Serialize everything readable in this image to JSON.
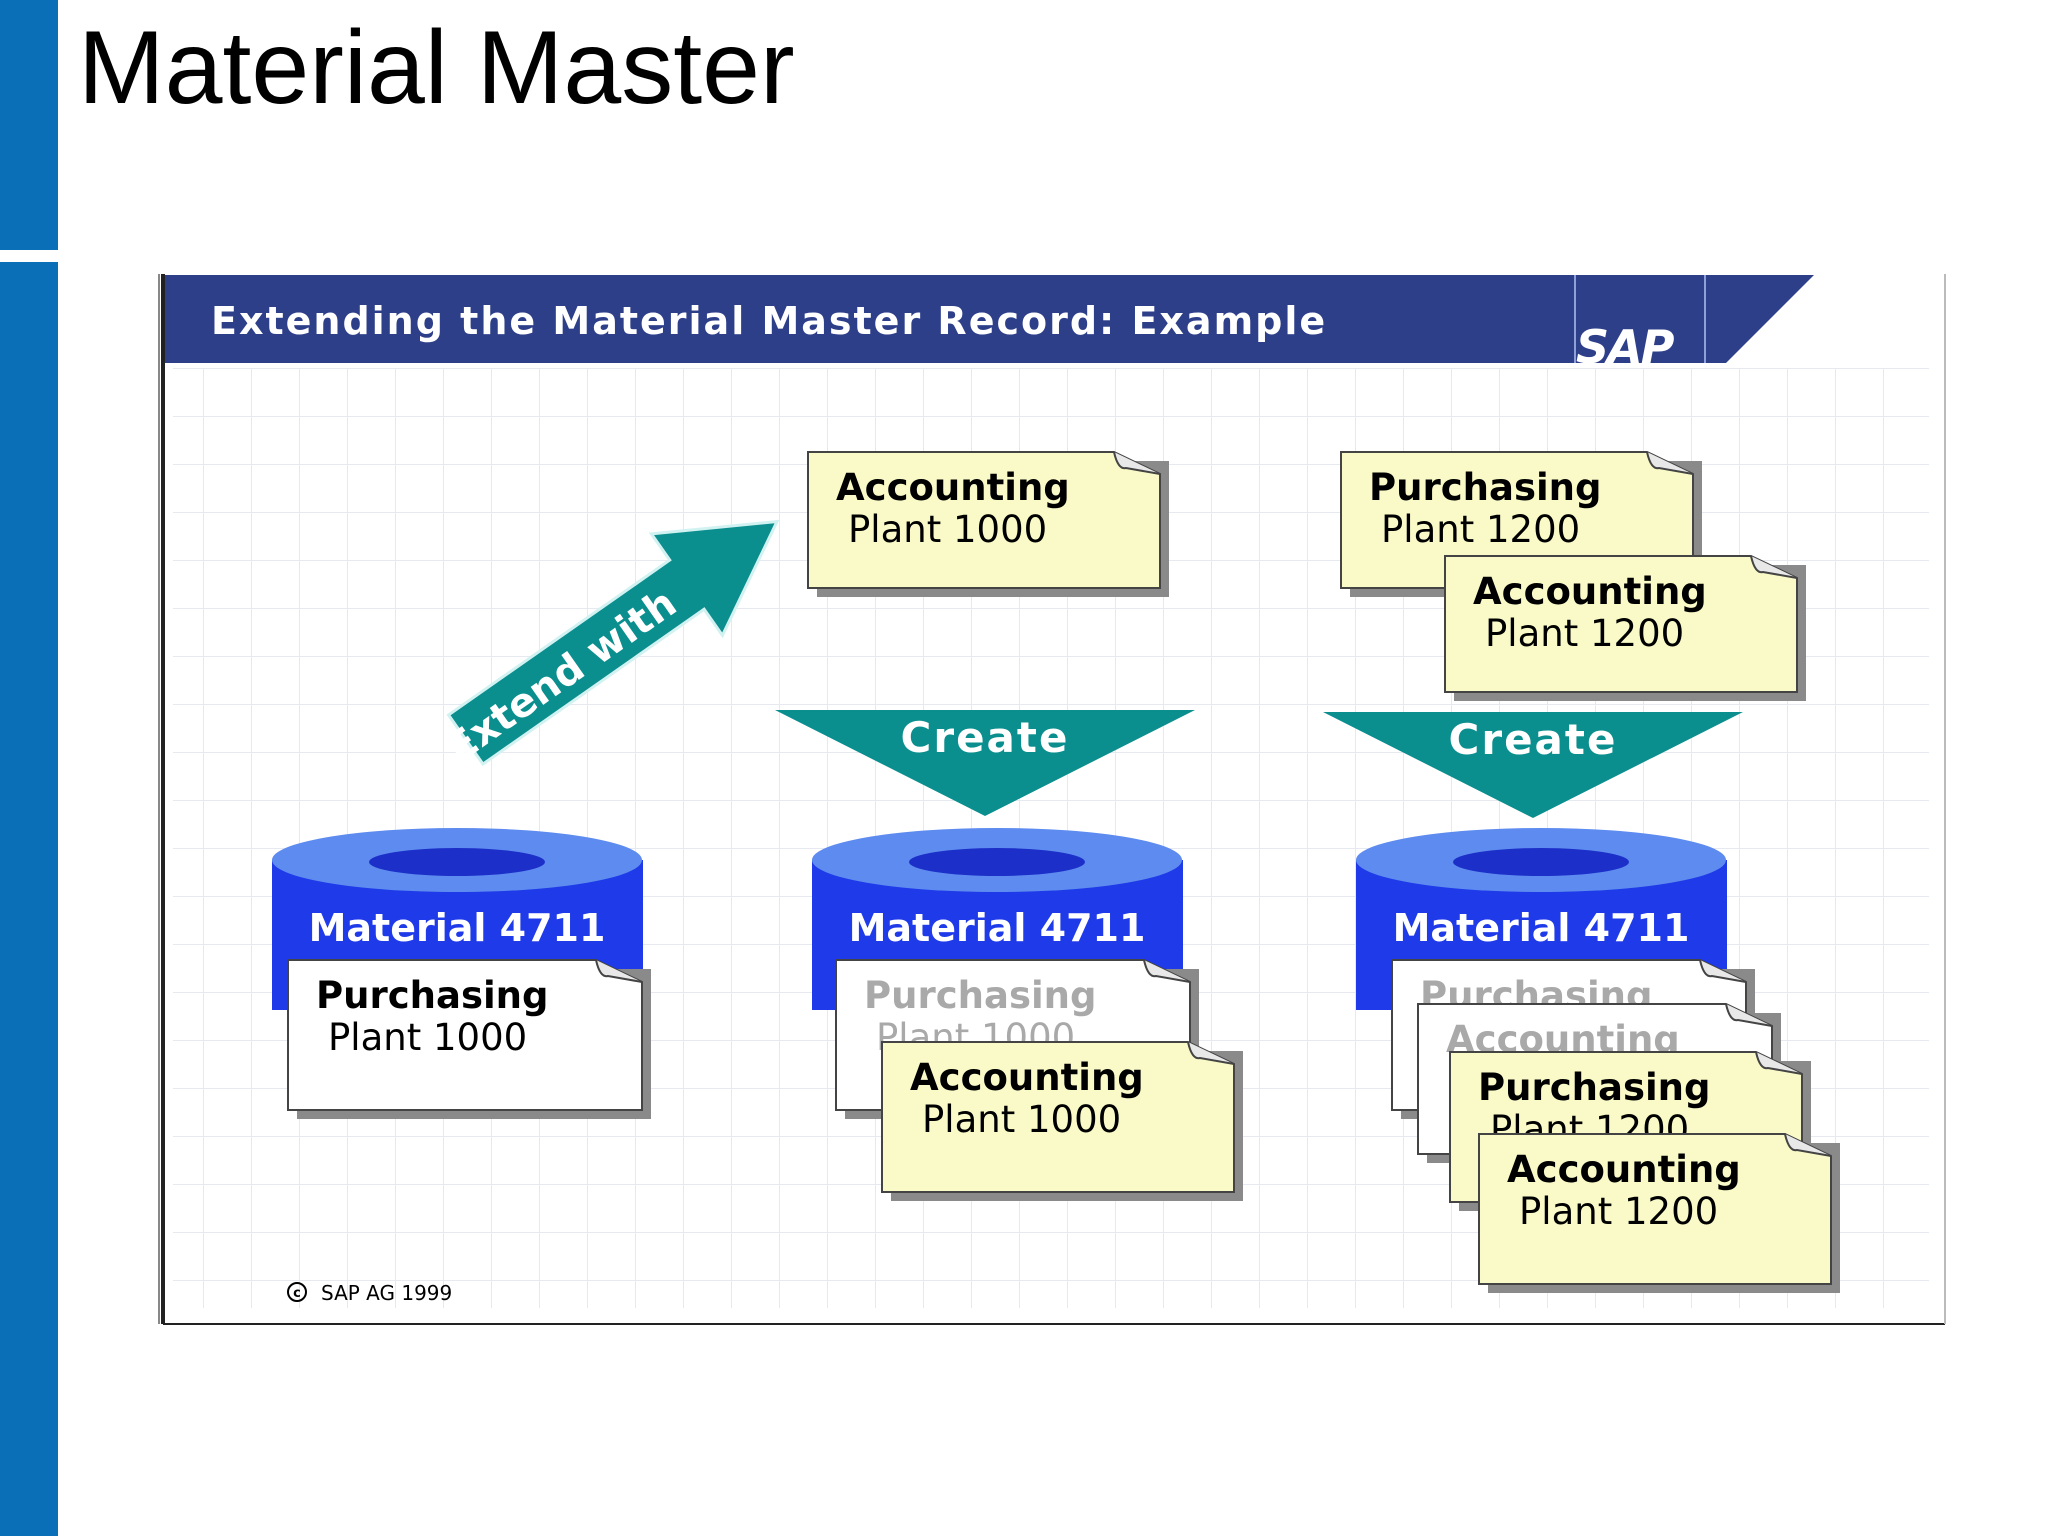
{
  "page": {
    "title": "Material Master"
  },
  "slide": {
    "banner_title": "Extending the Material Master Record: Example",
    "logo_text": "SAP",
    "copyright": "SAP AG 1999",
    "colors": {
      "page_bar": "#0a6fb6",
      "banner": "#2e3f8a",
      "teal": "#0b8e8e",
      "cylinder_top": "#5d8bef",
      "cylinder_body": "#1f3ae8",
      "cylinder_hole": "#1c2fc8",
      "note_yellow": "#fafac8"
    },
    "extend_arrow": {
      "label": "Extend with"
    },
    "create_arrows": [
      {
        "label": "Create"
      },
      {
        "label": "Create"
      }
    ],
    "databases": [
      {
        "label": "Material 4711",
        "docs": [
          {
            "title": "Purchasing",
            "sub": "Plant 1000",
            "state": "current"
          }
        ]
      },
      {
        "label": "Material 4711",
        "docs": [
          {
            "title": "Purchasing",
            "sub": "Plant 1000",
            "state": "existing"
          },
          {
            "title": "Accounting",
            "sub": "Plant 1000",
            "state": "new"
          }
        ]
      },
      {
        "label": "Material 4711",
        "docs": [
          {
            "title": "Purchasing",
            "sub": "",
            "state": "existing"
          },
          {
            "title": "Accounting",
            "sub": "",
            "state": "existing"
          },
          {
            "title": "Purchasing",
            "sub": "Plant 1200",
            "state": "new"
          },
          {
            "title": "Accounting",
            "sub": "Plant 1200",
            "state": "new"
          }
        ]
      }
    ],
    "views_to_add": [
      {
        "title": "Accounting",
        "sub": "Plant 1000"
      },
      {
        "title": "Purchasing",
        "sub": "Plant 1200"
      },
      {
        "title": "Accounting",
        "sub": "Plant 1200"
      }
    ]
  }
}
